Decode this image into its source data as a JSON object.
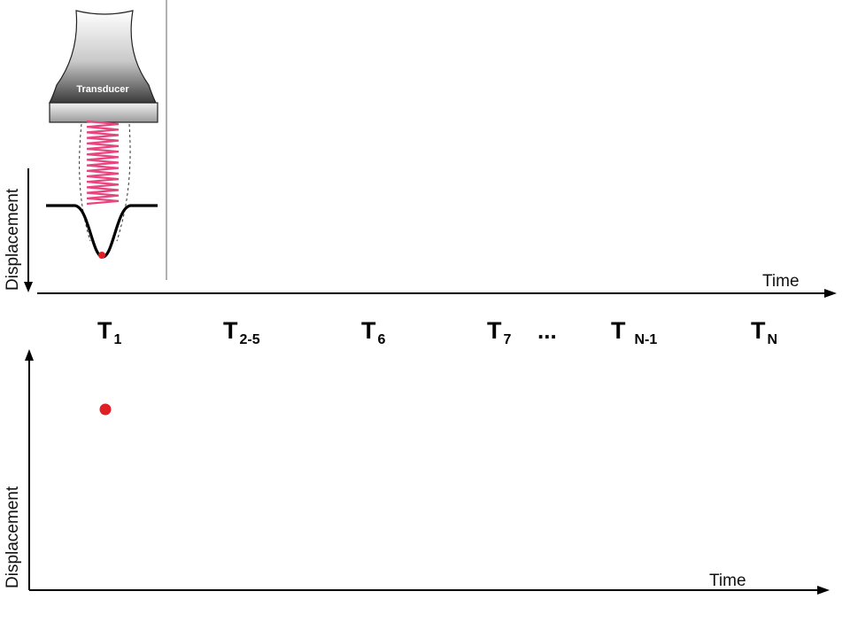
{
  "transducer": {
    "label": "Transducer"
  },
  "top_panel": {
    "y_axis_label": "Displacement",
    "x_axis_label": "Time"
  },
  "time_labels": [
    {
      "main": "T",
      "sub": "1"
    },
    {
      "main": "T",
      "sub": "2-5"
    },
    {
      "main": "T",
      "sub": "6"
    },
    {
      "main": "T",
      "sub": "7"
    },
    {
      "main": "...",
      "sub": ""
    },
    {
      "main": "T",
      "sub": "N-1"
    },
    {
      "main": "T",
      "sub": "N"
    }
  ],
  "bottom_panel": {
    "y_axis_label": "Displacement",
    "x_axis_label": "Time"
  },
  "colors": {
    "marker": "#e01e25",
    "spring": "#e8457f",
    "axis": "#000000",
    "divider": "#999999"
  }
}
